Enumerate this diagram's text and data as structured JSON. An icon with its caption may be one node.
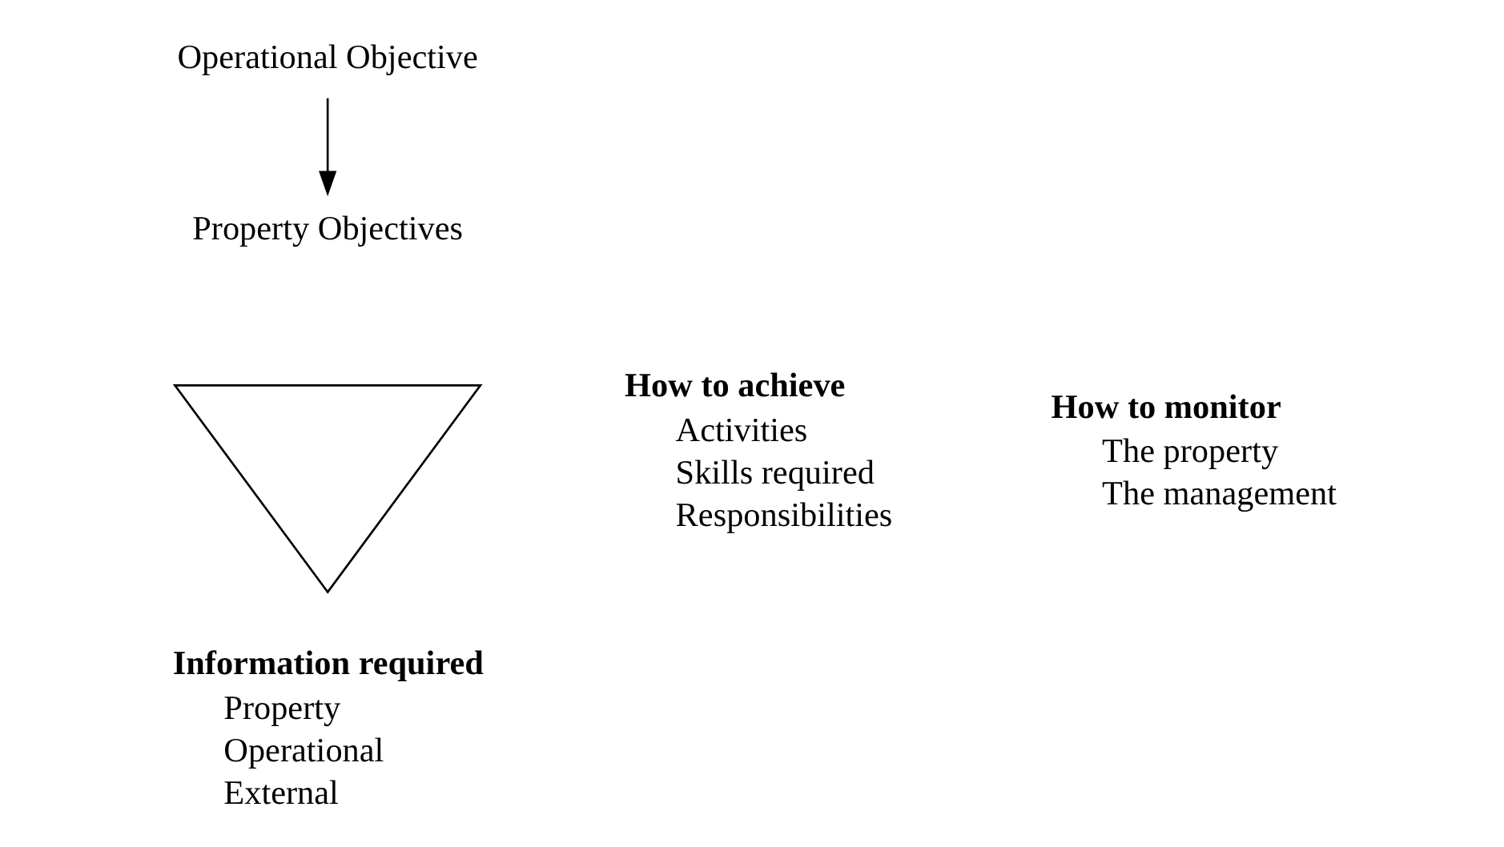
{
  "diagram": {
    "nodes": [
      {
        "text": [
          "Operational Objective"
        ]
      },
      {
        "text": [
          "Property Objectives"
        ]
      },
      {
        "text": [],
        "shape": "triangle"
      }
    ],
    "edges": [
      {
        "from": 0,
        "to": 1,
        "arrow": "to"
      }
    ],
    "labels": [
      "How to achieve",
      "Activities",
      "Skills required",
      "Responsibilities",
      "How to monitor",
      "The property",
      "The management",
      "Information required",
      "Property",
      "Operational",
      "External"
    ]
  }
}
